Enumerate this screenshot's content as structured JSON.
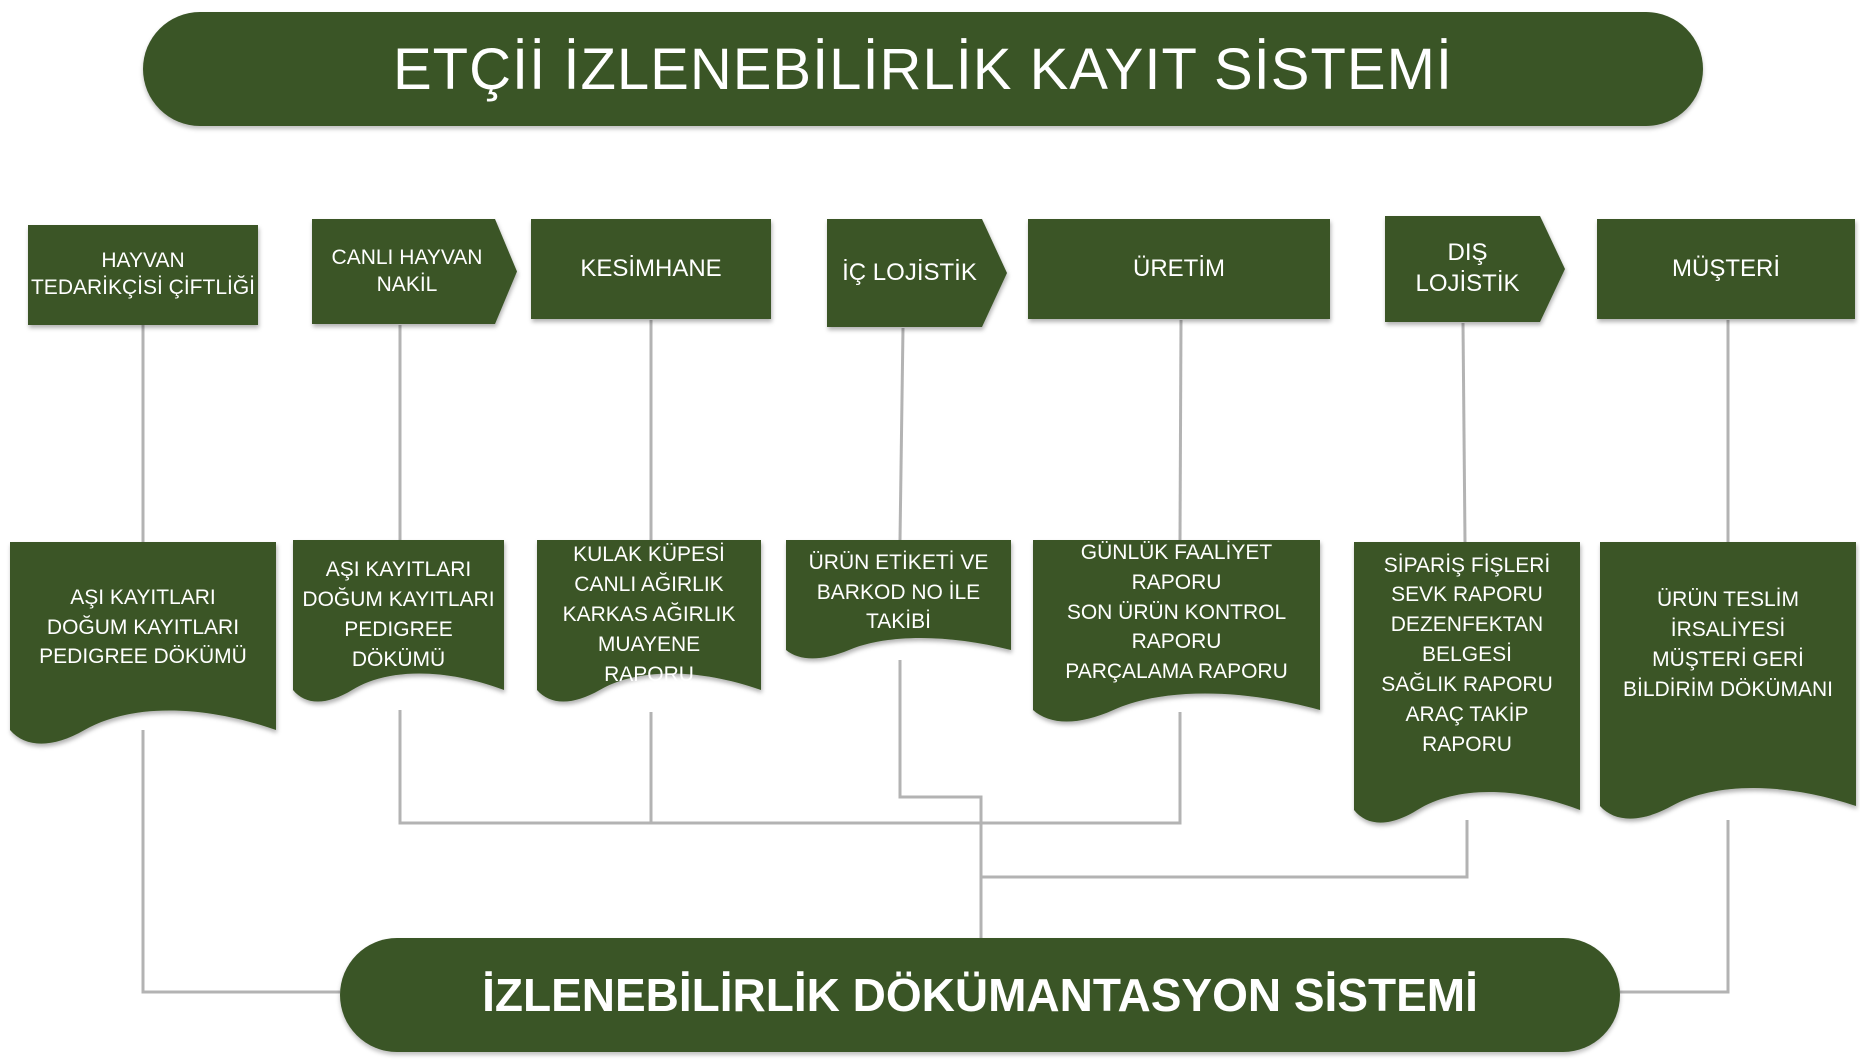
{
  "title": "ETÇİİ İZLENEBİLİRLİK KAYIT SİSTEMİ",
  "footer_title": "İZLENEBİLİRLİK DÖKÜMANTASYON SİSTEMİ",
  "stages": [
    {
      "label": "HAYVAN\nTEDARİKÇİSİ ÇİFTLİĞİ",
      "documents": "AŞI KAYITLARI\nDOĞUM KAYITLARI\nPEDIGREE DÖKÜMÜ"
    },
    {
      "label": "CANLI HAYVAN\nNAKİL",
      "documents": "AŞI KAYITLARI\nDOĞUM KAYITLARI\nPEDIGREE\nDÖKÜMÜ"
    },
    {
      "label": "KESİMHANE",
      "documents": "KULAK KÜPESİ\nCANLI AĞIRLIK\nKARKAS AĞIRLIK\nMUAYENE\nRAPORU"
    },
    {
      "label": "İÇ LOJİSTİK",
      "documents": "ÜRÜN ETİKETİ VE\nBARKOD NO İLE\nTAKİBİ"
    },
    {
      "label": "ÜRETİM",
      "documents": "GÜNLÜK FAALİYET\nRAPORU\nSON ÜRÜN KONTROL\nRAPORU\nPARÇALAMA RAPORU"
    },
    {
      "label": "DIŞ\nLOJİSTİK",
      "documents": "SİPARİŞ FİŞLERİ\nSEVK RAPORU\nDEZENFEKTAN\nBELGESİ\nSAĞLIK RAPORU\nARAÇ TAKİP\nRAPORU"
    },
    {
      "label": "MÜŞTERİ",
      "documents": "ÜRÜN TESLİM\nİRSALİYESİ\nMÜŞTERİ GERİ\nBİLDİRİM DÖKÜMANI"
    }
  ],
  "colors": {
    "fill": "#3a5526",
    "connector": "#b3b3b3",
    "text": "#ffffff"
  }
}
